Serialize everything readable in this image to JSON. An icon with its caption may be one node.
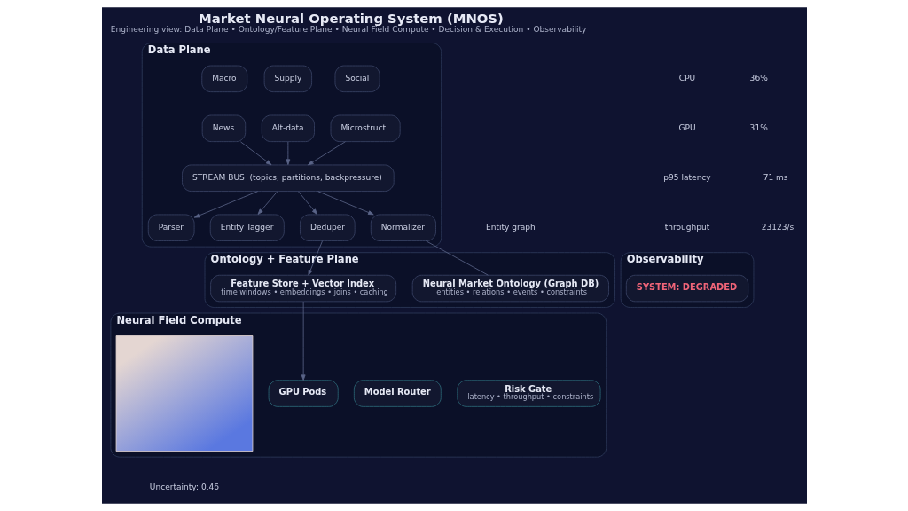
{
  "diagram": {
    "title": "Market Neural Operating System (MNOS)",
    "caption": "Engineering view: Data Plane • Ontology/Feature Plane • Neural Field Compute • Decision & Execution • Observability",
    "nodes": [
      {
        "text": [
          "Data Plane"
        ]
      },
      {
        "text": [
          "Macro"
        ],
        "in": 0
      },
      {
        "text": [
          "Supply"
        ],
        "in": 0
      },
      {
        "text": [
          "Social"
        ],
        "in": 0
      },
      {
        "text": [
          "News"
        ],
        "in": 0
      },
      {
        "text": [
          "Alt-data"
        ],
        "in": 0
      },
      {
        "text": [
          "Microstruct."
        ],
        "in": 0
      },
      {
        "text": [
          "STREAM BUS  (topics, partitions, backpressure)"
        ],
        "in": 0
      },
      {
        "text": [
          "Parser"
        ],
        "in": 0
      },
      {
        "text": [
          "Entity Tagger"
        ],
        "in": 0
      },
      {
        "text": [
          "Deduper"
        ],
        "in": 0
      },
      {
        "text": [
          "Normalizer"
        ],
        "in": 0
      },
      {
        "text": [
          "Ontology + Feature Plane"
        ]
      },
      {
        "text": [
          "Neural Market Ontology (Graph DB)",
          "entities • relations • events • constraints"
        ],
        "in": 12
      },
      {
        "text": [
          "Feature Store + Vector Index",
          "time windows • embeddings • joins • caching"
        ],
        "in": 12
      },
      {
        "text": [
          "Neural Field Compute"
        ]
      },
      {
        "text": [
          "GPU Pods"
        ],
        "in": 15
      },
      {
        "text": [
          "Model Router"
        ],
        "in": 15
      },
      {
        "text": [
          "Risk Gate",
          "latency • throughput • constraints"
        ],
        "in": 15
      },
      {
        "text": [],
        "shape": "picture",
        "in": 15
      },
      {
        "text": [
          "Observability"
        ]
      },
      {
        "text": [
          "SYSTEM: DEGRADED"
        ],
        "in": 20
      }
    ],
    "edges": [
      {
        "from": 4,
        "to": 7,
        "arrow": "to"
      },
      {
        "from": 5,
        "to": 7,
        "arrow": "to"
      },
      {
        "from": 6,
        "to": 7,
        "arrow": "to"
      },
      {
        "from": 7,
        "to": 8,
        "arrow": "to"
      },
      {
        "from": 7,
        "to": 9,
        "arrow": "to"
      },
      {
        "from": 7,
        "to": 10,
        "arrow": "to"
      },
      {
        "from": 7,
        "to": 11,
        "arrow": "to"
      },
      {
        "from": 10,
        "to": 14,
        "arrow": "to"
      },
      {
        "from": 11,
        "to": 13,
        "arrow": "none"
      },
      {
        "from": 14,
        "to": 16,
        "arrow": "to"
      }
    ],
    "labels": [
      "Entity graph",
      "Uncertainty: 0.46",
      "CPU",
      "36%",
      "GPU",
      "31%",
      "p95 latency",
      "71 ms",
      "throughput",
      "23123/s"
    ]
  }
}
